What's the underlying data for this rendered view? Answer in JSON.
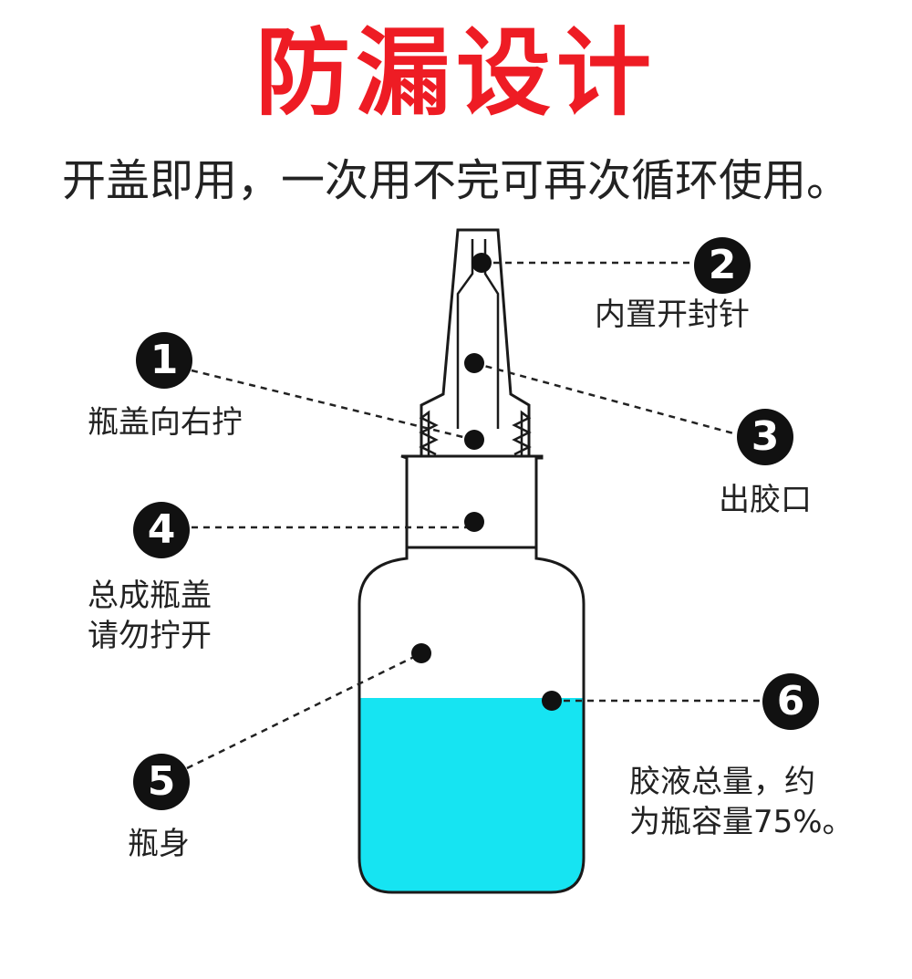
{
  "title": "防漏设计",
  "subtitle": "开盖即用，一次用不完可再次循环使用。",
  "colors": {
    "title": "#ee1c24",
    "glue": "#16e4f2",
    "outline": "#1a1a1a",
    "dot": "#111111"
  },
  "glue_fill_fraction": 0.75,
  "callouts": [
    {
      "num": "1",
      "lines": [
        "瓶盖向右拧"
      ]
    },
    {
      "num": "2",
      "lines": [
        "内置开封针"
      ]
    },
    {
      "num": "3",
      "lines": [
        "出胶口"
      ]
    },
    {
      "num": "4",
      "lines": [
        "总成瓶盖",
        "请勿拧开"
      ]
    },
    {
      "num": "5",
      "lines": [
        "瓶身"
      ]
    },
    {
      "num": "6",
      "lines": [
        "胶液总量，约",
        "为瓶容量75%。"
      ]
    }
  ]
}
